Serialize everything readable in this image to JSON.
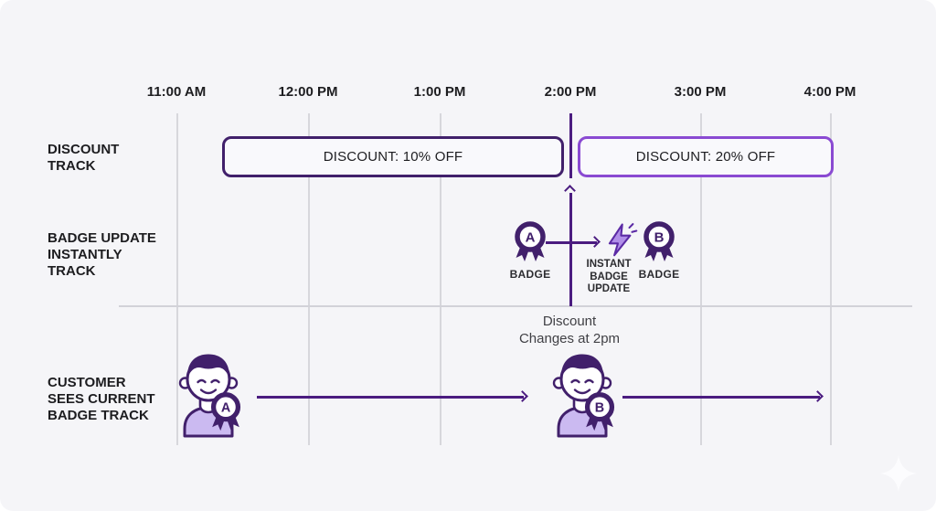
{
  "timeline": {
    "labels": [
      "11:00 AM",
      "12:00 PM",
      "1:00 PM",
      "2:00 PM",
      "3:00 PM",
      "4:00 PM"
    ]
  },
  "tracks": {
    "discount": {
      "label": "DISCOUNT\nTRACK",
      "box_10_label": "DISCOUNT: 10% OFF",
      "box_20_label": "DISCOUNT: 20% OFF"
    },
    "badge": {
      "label": "BADGE UPDATE\nINSTANTLY\nTRACK",
      "badge_a_letter": "A",
      "badge_a_caption": "BADGE",
      "instant_caption": "INSTANT\nBADGE\nUPDATE",
      "badge_b_letter": "B",
      "badge_b_caption": "BADGE"
    },
    "customer": {
      "label": "CUSTOMER\nSEES CURRENT\nBADGE TRACK",
      "person1_badge_letter": "A",
      "person2_badge_letter": "B"
    }
  },
  "annotation": {
    "text": "Discount\nChanges at 2pm"
  },
  "colors": {
    "background": "#f5f5f8",
    "gridline": "#d7d7dc",
    "deep_purple": "#41206b",
    "vivid_purple": "#8a4ad2",
    "arrow_purple": "#4b1c80",
    "lavender": "#cbbaf1",
    "bolt_fill": "#b08ee8",
    "text_dark": "#1d1d20"
  }
}
